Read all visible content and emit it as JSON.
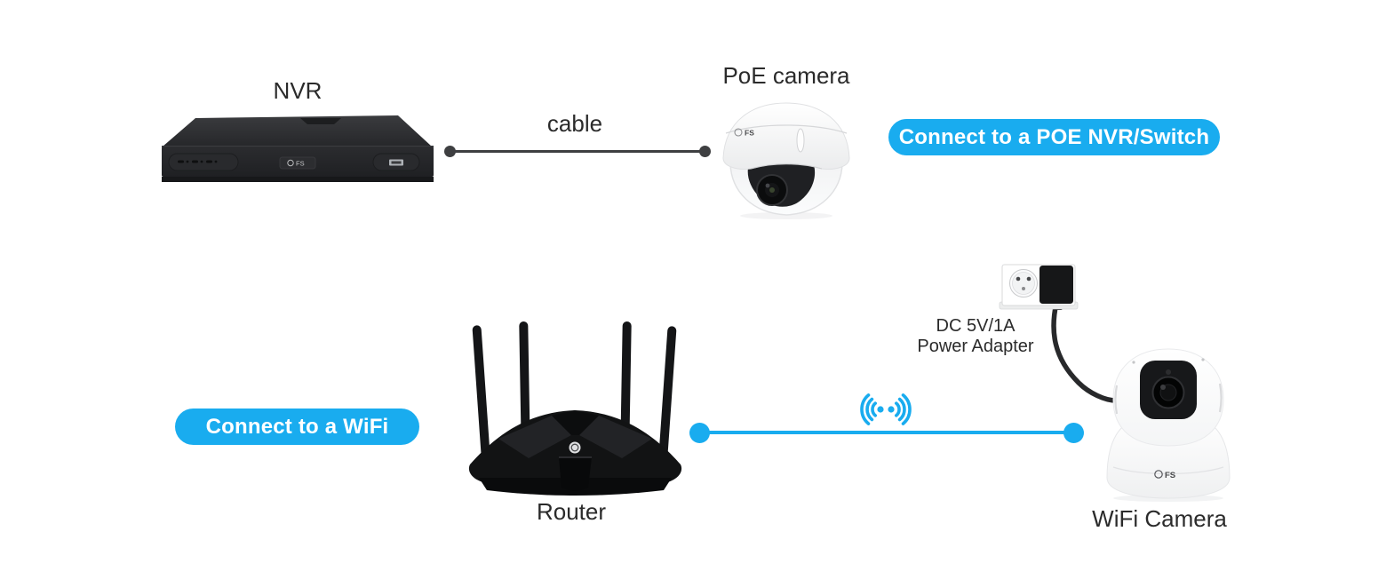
{
  "colors": {
    "accent_blue": "#19ACEF",
    "connector_dark": "#3E3F41",
    "text": "#2B2B2B",
    "background": "#FFFFFF"
  },
  "top_flow": {
    "nvr": {
      "label": "NVR",
      "logo": "FS"
    },
    "cable": {
      "label": "cable"
    },
    "poe_camera": {
      "label": "PoE camera",
      "logo": "FS"
    },
    "action_button": {
      "label": "Connect to a POE NVR/Switch"
    }
  },
  "bottom_flow": {
    "action_button": {
      "label": "Connect to a WiFi"
    },
    "router": {
      "label": "Router"
    },
    "wifi_signal_icon": "wireless-signal-icon",
    "power_adapter": {
      "line1": "DC 5V/1A",
      "line2": "Power Adapter"
    },
    "wifi_camera": {
      "label": "WiFi Camera",
      "logo": "FS"
    }
  }
}
